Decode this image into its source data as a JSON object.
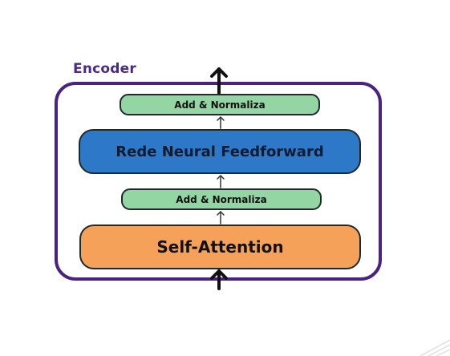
{
  "encoder": {
    "title": "Encoder",
    "frame_color": "#4a2380",
    "blocks": {
      "add_norm_top": {
        "label": "Add & Normaliza",
        "color": "#93d6a4"
      },
      "feedforward": {
        "label": "Rede Neural Feedforward",
        "color": "#2e78c8"
      },
      "add_norm_bottom": {
        "label": "Add & Normaliza",
        "color": "#93d6a4"
      },
      "self_attention": {
        "label": "Self-Attention",
        "color": "#f6a15a"
      }
    }
  }
}
